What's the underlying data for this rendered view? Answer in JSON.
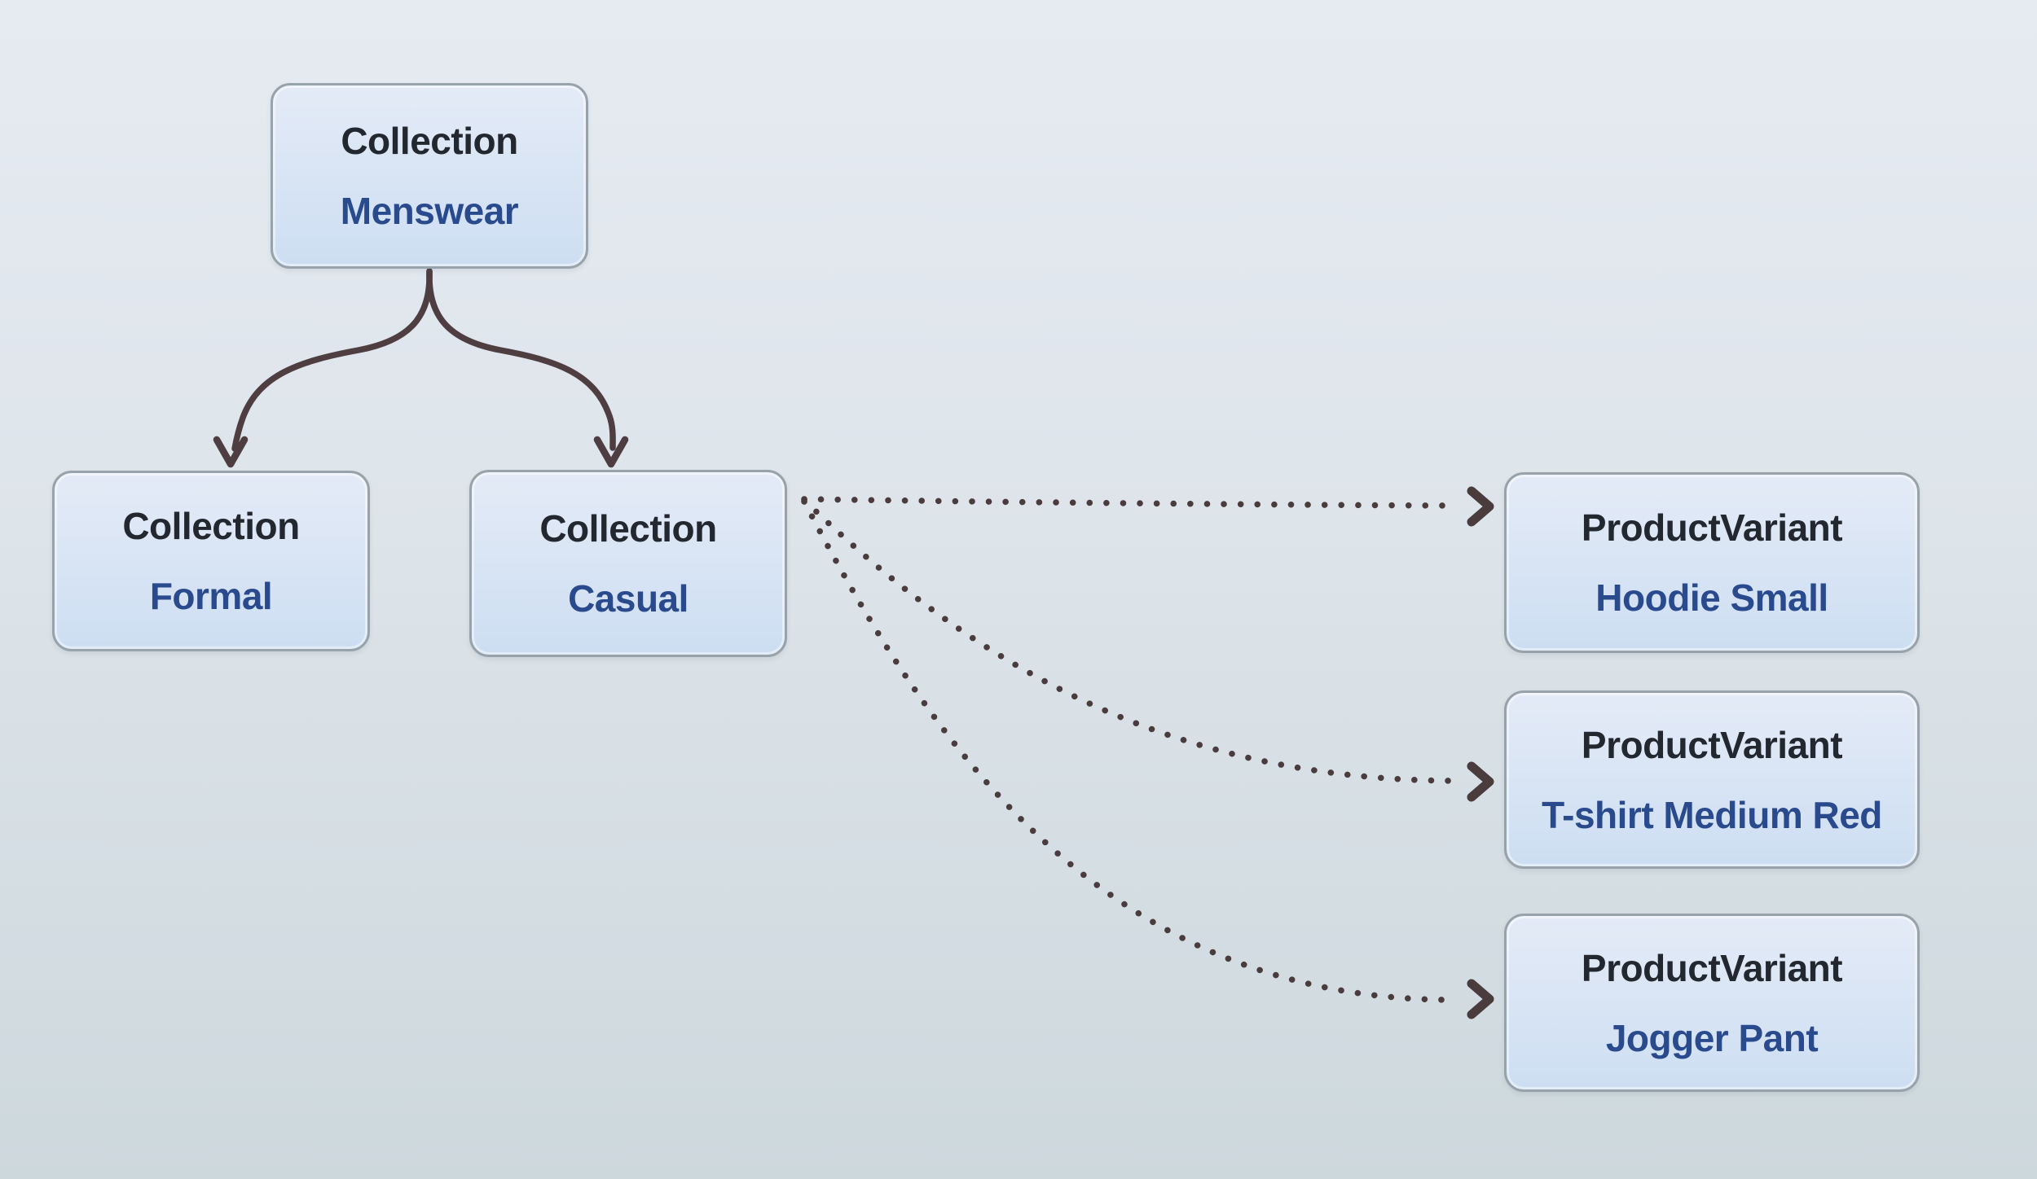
{
  "diagram": {
    "nodes": {
      "menswear": {
        "type": "Collection",
        "name": "Menswear"
      },
      "formal": {
        "type": "Collection",
        "name": "Formal"
      },
      "casual": {
        "type": "Collection",
        "name": "Casual"
      },
      "hoodie": {
        "type": "ProductVariant",
        "name": "Hoodie Small"
      },
      "tshirt": {
        "type": "ProductVariant",
        "name": "T-shirt Medium Red"
      },
      "jogger": {
        "type": "ProductVariant",
        "name": "Jogger Pant"
      }
    },
    "edges": [
      {
        "from": "Menswear",
        "to": "Formal",
        "style": "solid-curved-arrow"
      },
      {
        "from": "Menswear",
        "to": "Casual",
        "style": "solid-curved-arrow"
      },
      {
        "from": "Casual",
        "to": "Hoodie Small",
        "style": "dotted-curved-arrow"
      },
      {
        "from": "Casual",
        "to": "T-shirt Medium Red",
        "style": "dotted-curved-arrow"
      },
      {
        "from": "Casual",
        "to": "Jogger Pant",
        "style": "dotted-curved-arrow"
      }
    ]
  },
  "colors": {
    "canvas-top": "#e6ebf2",
    "canvas-bottom": "#cdd8dd",
    "node-fill-top": "#e4ebf7",
    "node-fill-bottom": "#cddef2",
    "node-border": "#98a2aa",
    "type-text": "#232830",
    "name-text": "#2a4a8e",
    "arrow": "#4e3e41",
    "dot": "#4a3b3d"
  }
}
